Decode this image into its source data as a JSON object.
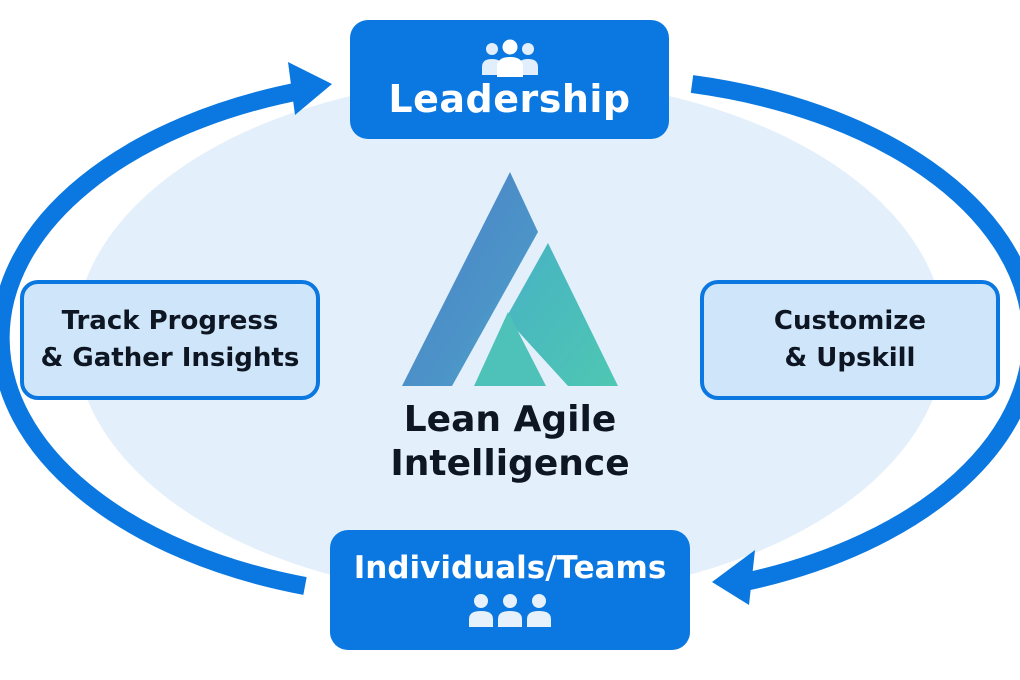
{
  "nodes": {
    "leadership": {
      "label": "Leadership",
      "icon": "people-group-icon"
    },
    "individuals": {
      "label": "Individuals/Teams",
      "icon": "three-people-icon"
    },
    "track": {
      "line1": "Track Progress",
      "line2": "& Gather Insights"
    },
    "customize": {
      "line1": "Customize",
      "line2": "& Upskill"
    }
  },
  "center": {
    "logo_icon": "lean-agile-logo-icon",
    "line1": "Lean Agile",
    "line2": "Intelligence"
  },
  "colors": {
    "primary": "#0a78e0",
    "light_fill": "#e3f0fb",
    "secondary_fill": "#cfe5f9",
    "text_dark": "#0d1622",
    "logo_blue": "#4a7ec9",
    "logo_teal": "#4ec0b6"
  }
}
